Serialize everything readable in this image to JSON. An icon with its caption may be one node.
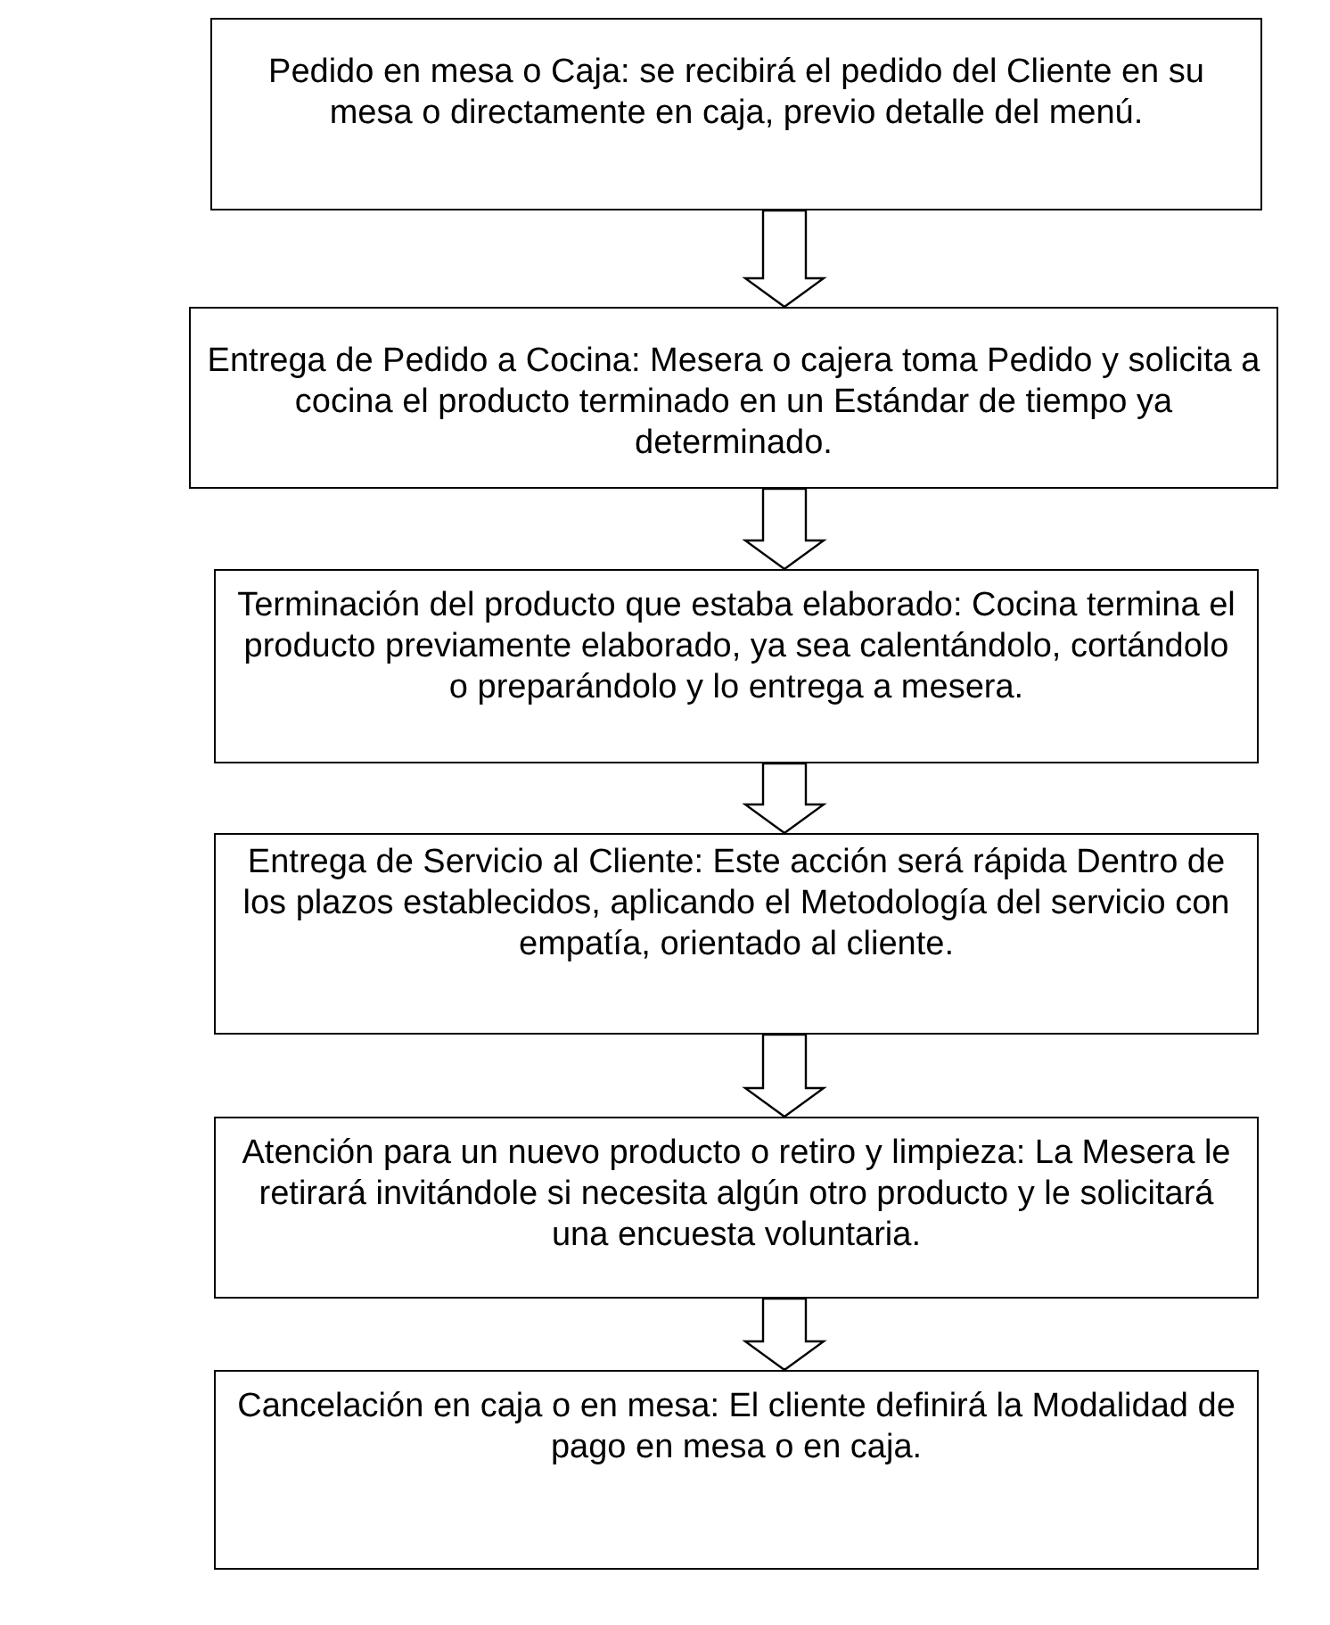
{
  "diagram": {
    "nodes": [
      {
        "text": [
          "Pedido en mesa o Caja: se recibirá el pedido del Cliente en su mesa o directamente en caja, previo detalle del menú."
        ]
      },
      {
        "text": [
          "Entrega de Pedido a Cocina: Mesera o cajera toma Pedido y solicita a cocina el producto terminado en un Estándar de tiempo ya determinado."
        ]
      },
      {
        "text": [
          "Terminación del producto que estaba elaborado: Cocina termina el producto previamente elaborado, ya sea calentándolo, cortándolo o preparándolo y lo entrega a mesera."
        ]
      },
      {
        "text": [
          "Entrega de Servicio al Cliente: Este acción será rápida Dentro de los plazos establecidos, aplicando el Metodología del servicio con empatía, orientado al cliente."
        ]
      },
      {
        "text": [
          "Atención para un nuevo producto o retiro y limpieza: La Mesera le retirará invitándole si necesita algún otro producto y le solicitará una encuesta voluntaria."
        ]
      },
      {
        "text": [
          "Cancelación en caja o en mesa: El cliente definirá la Modalidad de pago en mesa o en caja."
        ]
      }
    ],
    "edges": [
      {
        "from": 0,
        "to": 1,
        "arrow": "to"
      },
      {
        "from": 1,
        "to": 2,
        "arrow": "to"
      },
      {
        "from": 2,
        "to": 3,
        "arrow": "to"
      },
      {
        "from": 3,
        "to": 4,
        "arrow": "to"
      },
      {
        "from": 4,
        "to": 5,
        "arrow": "to"
      }
    ]
  }
}
